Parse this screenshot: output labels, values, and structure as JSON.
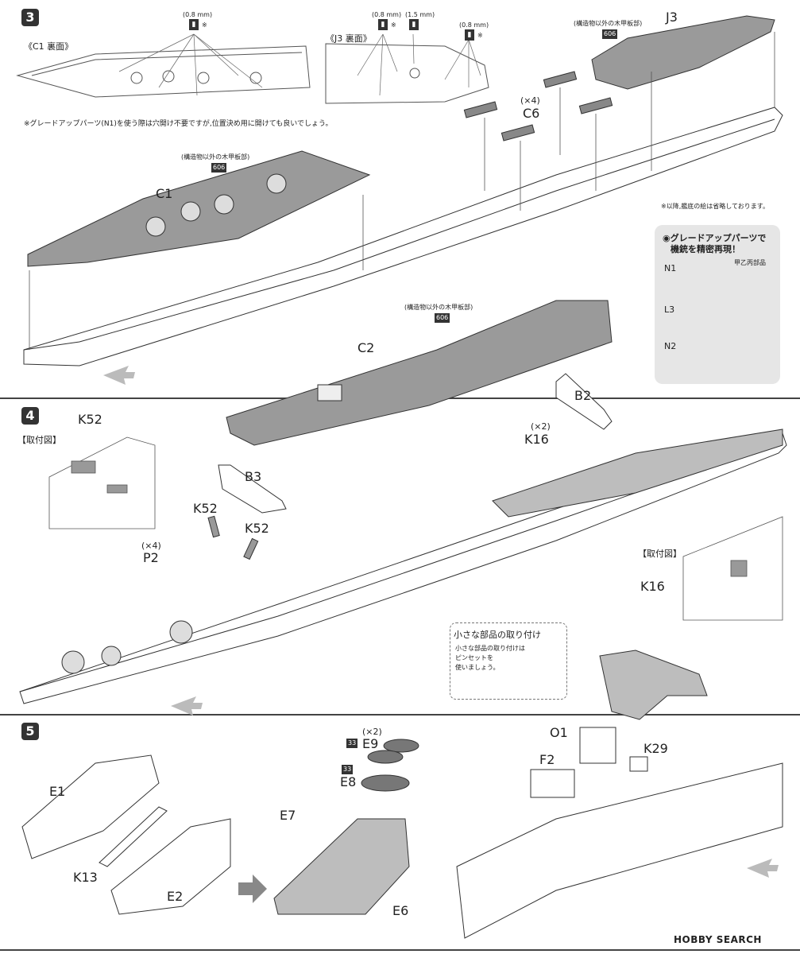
{
  "steps": [
    "3",
    "4",
    "5"
  ],
  "step3": {
    "c1_rear_label": "《C1 裏面》",
    "j3_rear_label": "《J3 裏面》",
    "drill_08a": "(0.8 mm)",
    "drill_08b": "(0.8 mm)",
    "drill_15": "(1.5 mm)",
    "drill_08c": "(0.8 mm)",
    "drill_mark": "※",
    "note_grade_up": "※グレードアップパーツ(N1)を使う際は穴開け不要ですが,位置決め用に開けても良いでしょう。",
    "note_hull_omit": "※以降,艦底の絵は省略しております。",
    "wood_deck_1": "(構造物以外の木甲板部)",
    "wood_deck_2": "(構造物以外の木甲板部)",
    "wood_deck_3": "(構造物以外の木甲板部)",
    "paint_606_a": "606",
    "paint_606_b": "606",
    "paint_606_c": "606",
    "part_c1": "C1",
    "part_j3": "J3",
    "part_c6": "C6",
    "c6_qty": "(×4)",
    "part_c2": "C2",
    "part_b2": "B2",
    "grade_up_title_1": "◉グレードアップパーツで",
    "grade_up_title_2": "機銃を精密再現！",
    "grade_up_sub": "甲乙丙部品",
    "gu_n1": "N1",
    "gu_l3": "L3",
    "gu_n2": "N2"
  },
  "step4": {
    "install_view_1": "【取付図】",
    "install_view_2": "【取付図】",
    "part_k52_a": "K52",
    "part_k52_b": "K52",
    "part_k52_c": "K52",
    "part_b3": "B3",
    "part_p2": "P2",
    "p2_qty": "(×4)",
    "part_k16_a": "K16",
    "k16_qty": "(×2)",
    "part_k16_b": "K16",
    "tip_title": "小さな部品の取り付け",
    "tip_line1": "小さな部品の取り付けは",
    "tip_line2": "ピンセットを",
    "tip_line3": "使いましょう。"
  },
  "step5": {
    "part_e1": "E1",
    "part_e2": "E2",
    "part_k13": "K13",
    "part_e7": "E7",
    "part_e6": "E6",
    "part_e9": "E9",
    "e9_qty": "(×2)",
    "part_e8": "E8",
    "paint_33_a": "33",
    "paint_33_b": "33",
    "part_o1": "O1",
    "part_f2": "F2",
    "part_k29": "K29"
  },
  "footer": {
    "logo": "HOBBY SEARCH"
  }
}
